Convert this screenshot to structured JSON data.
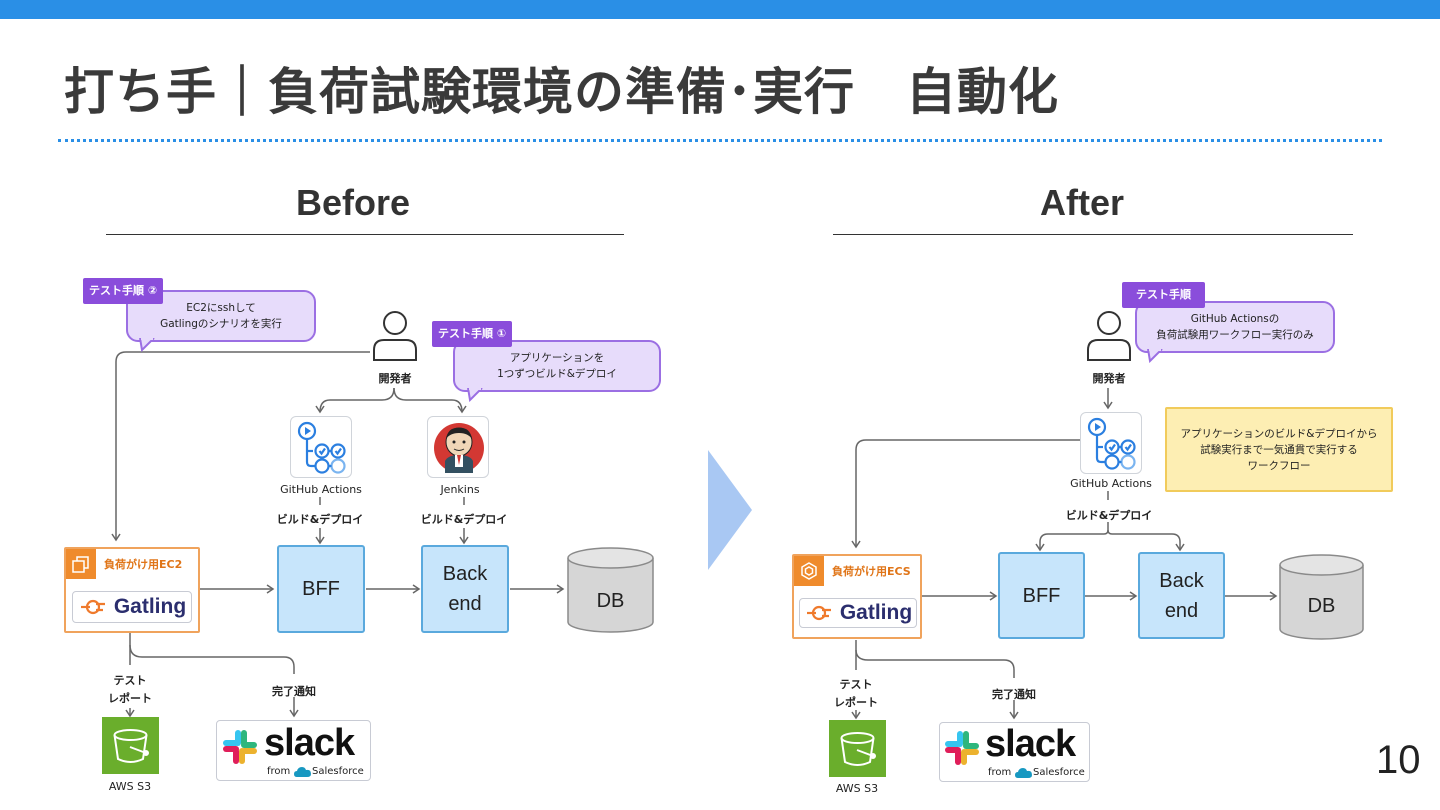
{
  "title": "打ち手｜負荷試験環境の準備･実行　自動化",
  "page_number": "10",
  "before": {
    "heading": "Before",
    "tag2": "テスト手順 ②",
    "bubble2_line1": "EC2にsshして",
    "bubble2_line2": "Gatlingのシナリオを実行",
    "tag1": "テスト手順 ①",
    "bubble1_line1": "アプリケーションを",
    "bubble1_line2": "1つずつビルド&デプロイ",
    "developer": "開発者",
    "github_actions": "GitHub Actions",
    "jenkins": "Jenkins",
    "build_deploy_1": "ビルド&デプロイ",
    "build_deploy_2": "ビルド&デプロイ",
    "load_box": "負荷がけ用EC2",
    "gatling": "Gatling",
    "bff": "BFF",
    "backend_1": "Back",
    "backend_2": "end",
    "db": "DB",
    "report_1": "テスト",
    "report_2": "レポート",
    "notify": "完了通知",
    "s3": "AWS S3",
    "slack": "slack",
    "slack_from": "from",
    "salesforce": "Salesforce"
  },
  "after": {
    "heading": "After",
    "tag": "テスト手順",
    "bubble_line1": "GitHub Actionsの",
    "bubble_line2": "負荷試験用ワークフロー実行のみ",
    "developer": "開発者",
    "github_actions": "GitHub Actions",
    "build_deploy": "ビルド&デプロイ",
    "note_line1": "アプリケーションのビルド&デプロイから",
    "note_line2": "試験実行まで一気通貫で実行する",
    "note_line3": "ワークフロー",
    "load_box": "負荷がけ用ECS",
    "gatling": "Gatling",
    "bff": "BFF",
    "backend_1": "Back",
    "backend_2": "end",
    "db": "DB",
    "report_1": "テスト",
    "report_2": "レポート",
    "notify": "完了通知",
    "s3": "AWS S3",
    "slack": "slack",
    "slack_from": "from",
    "salesforce": "Salesforce"
  },
  "colors": {
    "topbar": "#2a8fe6",
    "service_fill": "#c7e5fb",
    "service_border": "#5aa9dd",
    "tag": "#8a4ddb",
    "bubble": "#e7dcfb",
    "ec2_border": "#f0a35c",
    "s3": "#6aae2c",
    "note": "#fdeeb3",
    "flow_arrow": "#a9c8f3"
  }
}
